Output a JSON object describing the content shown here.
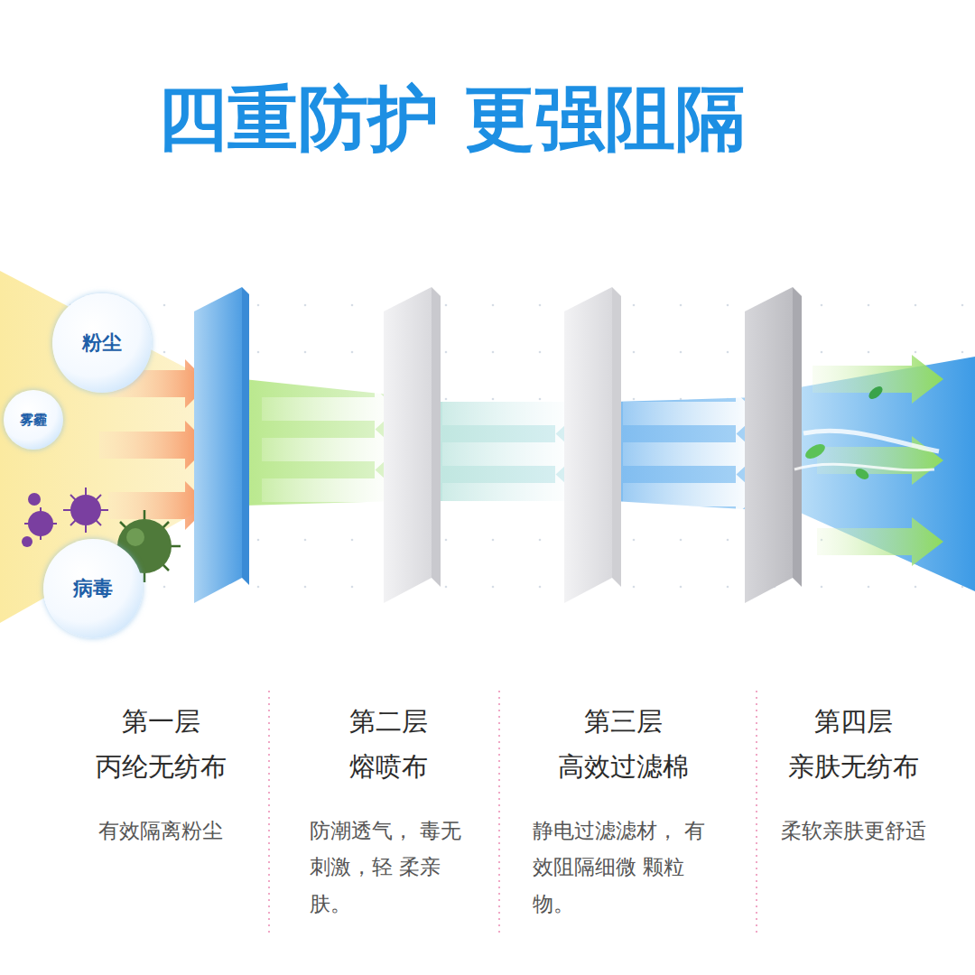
{
  "diagram": {
    "title": "四重防护 更强阻隔",
    "nodes": [
      {
        "text": [
          "粉尘"
        ]
      },
      {
        "text": [
          "雾霾"
        ]
      },
      {
        "text": [
          "病毒"
        ]
      }
    ],
    "labels": [
      "第一层",
      "丙纶无纺布",
      "有效隔离粉尘",
      "第二层",
      "熔喷布",
      "防潮透气， 毒无刺激，轻 柔亲肤。",
      "第三层",
      "高效过滤棉",
      "静电过滤滤材， 有效阻隔细微 颗粒物。",
      "第四层",
      "亲肤无纺布",
      "柔软亲肤更舒适"
    ]
  }
}
